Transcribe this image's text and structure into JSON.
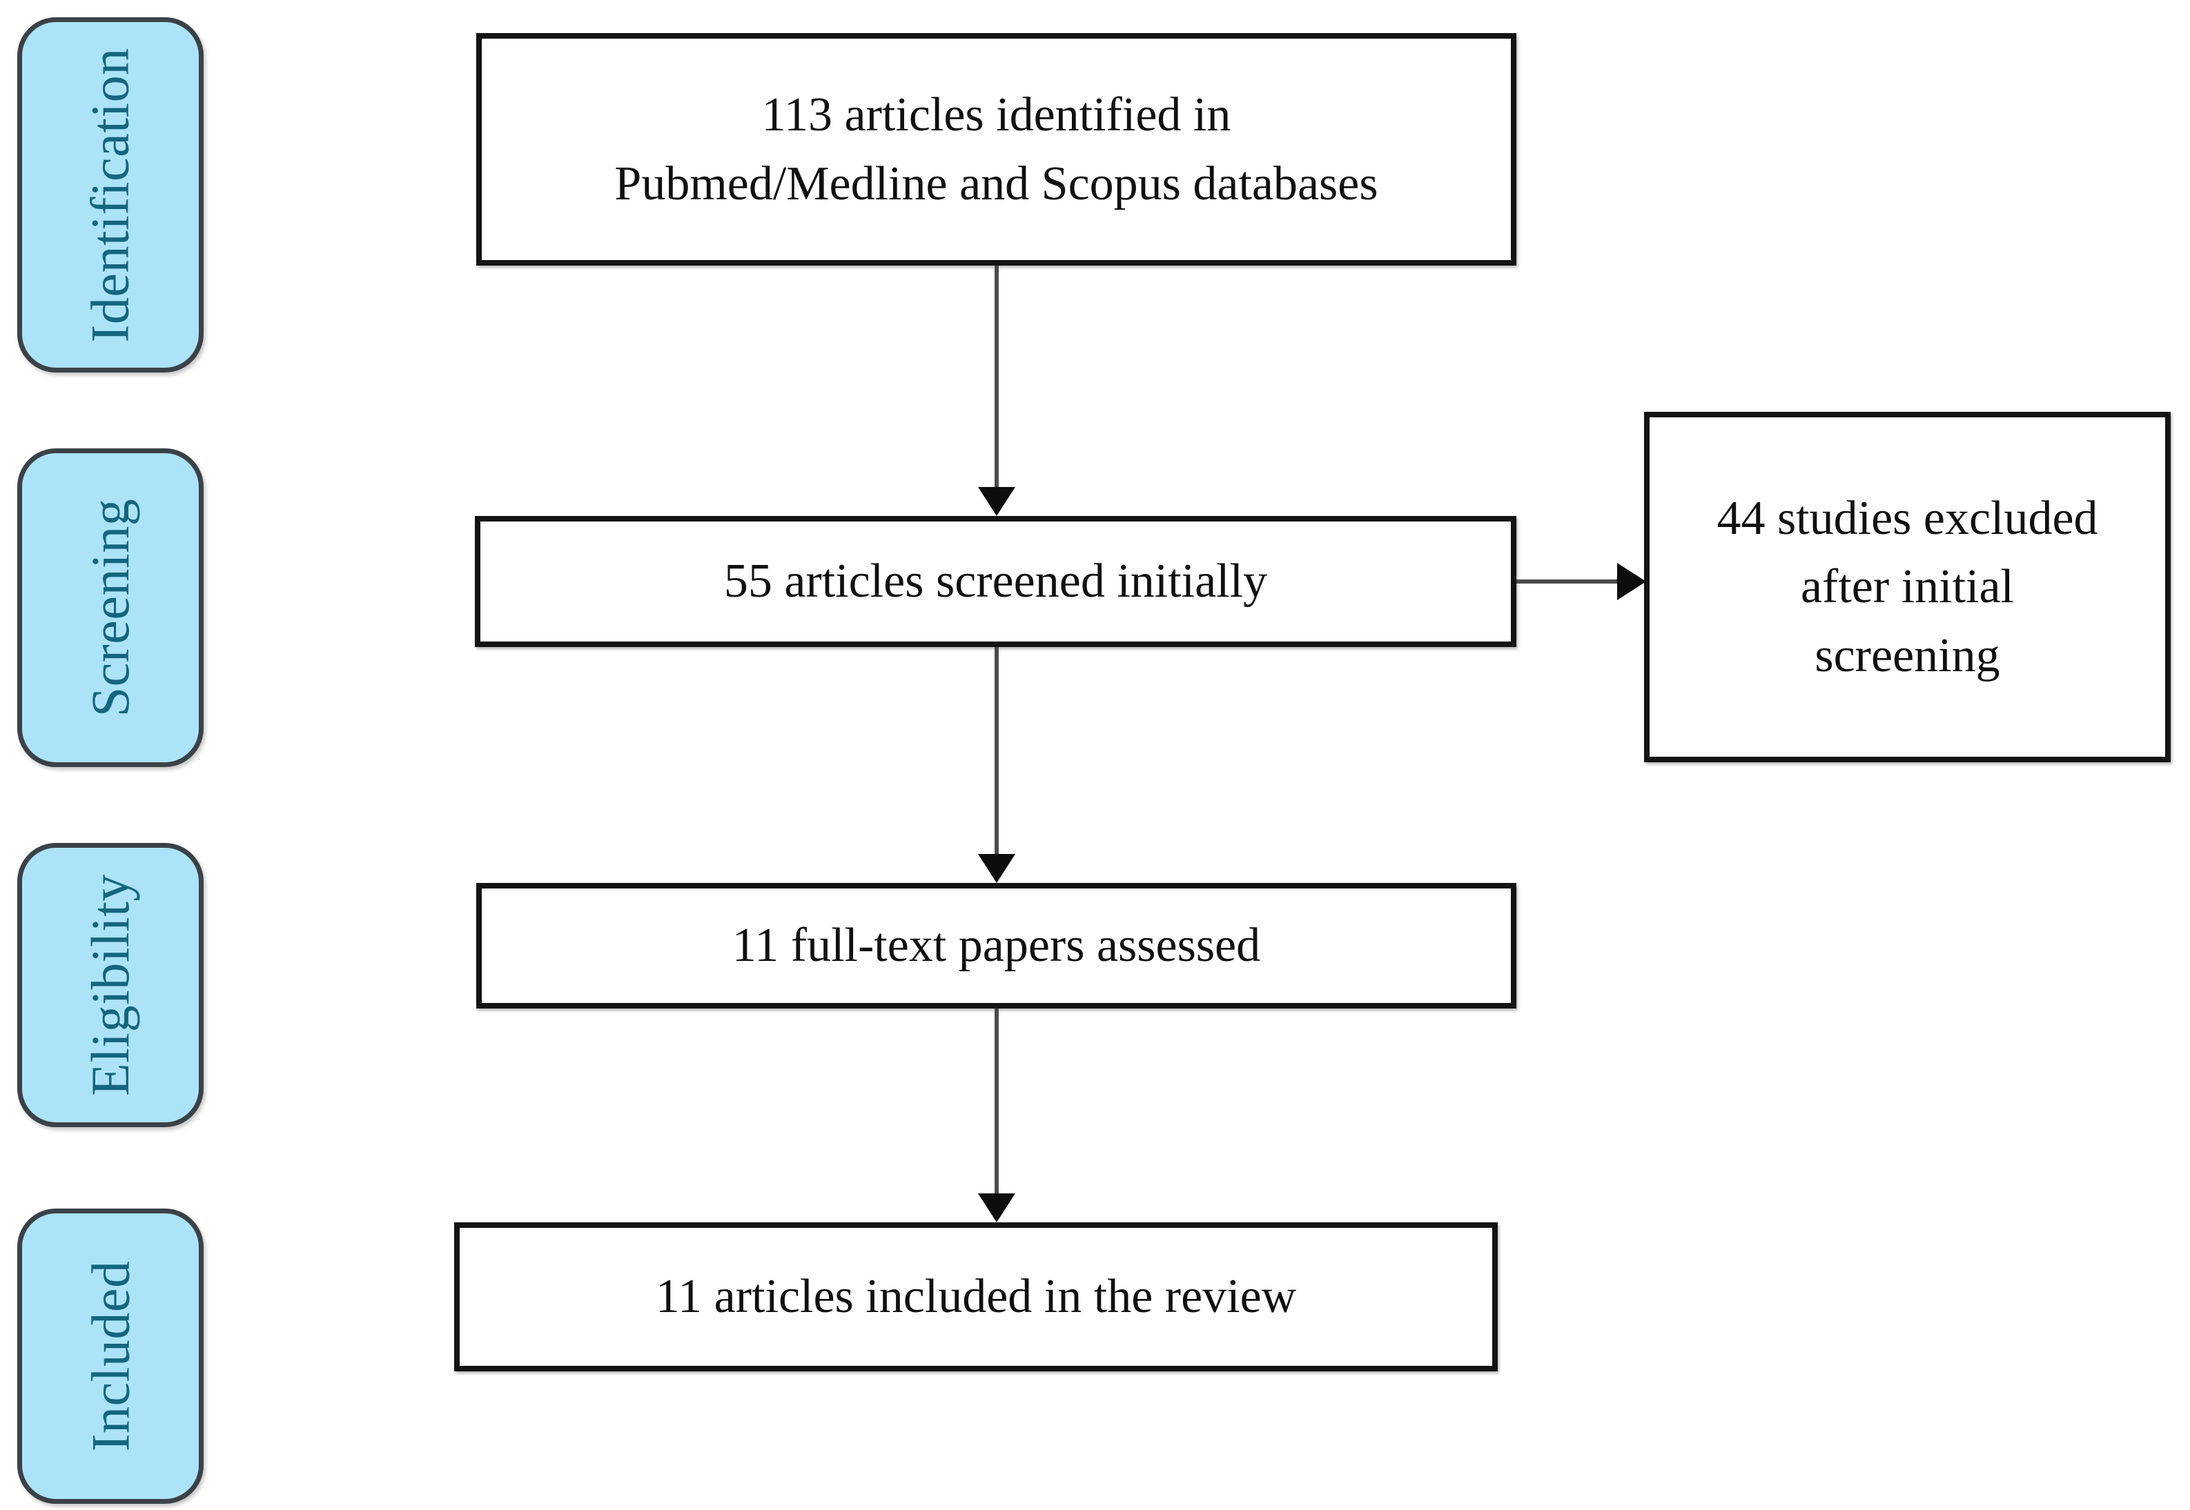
{
  "diagram": {
    "type": "prisma-flow-diagram",
    "title": "PRISMA study selection flow diagram",
    "colors": {
      "stage_fill": "#ACE3F9",
      "stage_border": "#3B4247",
      "stage_text": "#14657E",
      "box_fill": "#FFFFFF",
      "box_border": "#131313",
      "box_text": "#101010",
      "connector": "#4B4B4B",
      "arrowhead": "#0D0D0D",
      "background": "#FFFFFF"
    }
  },
  "stages": [
    {
      "id": "identification",
      "label": "Identification"
    },
    {
      "id": "screening",
      "label": "Screening"
    },
    {
      "id": "eligibility",
      "label": "Eligibility"
    },
    {
      "id": "included",
      "label": "Included"
    }
  ],
  "boxes": {
    "identified": {
      "text": "113 articles identified in\nPubmed/Medline and Scopus databases",
      "count": 113,
      "stage": "identification"
    },
    "screened": {
      "text": "55 articles screened initially",
      "count": 55,
      "stage": "screening"
    },
    "excluded": {
      "text": "44 studies excluded\nafter initial\nscreening",
      "count": 44,
      "stage": "screening"
    },
    "assessed": {
      "text": "11 full-text papers assessed",
      "count": 11,
      "stage": "eligibility"
    },
    "included": {
      "text": "11 articles included in the review",
      "count": 11,
      "stage": "included"
    }
  },
  "connectors": [
    {
      "id": "identified-to-screened",
      "from": "identified",
      "to": "screened",
      "direction": "down"
    },
    {
      "id": "screened-to-excluded",
      "from": "screened",
      "to": "excluded",
      "direction": "right"
    },
    {
      "id": "screened-to-assessed",
      "from": "screened",
      "to": "assessed",
      "direction": "down"
    },
    {
      "id": "assessed-to-included",
      "from": "assessed",
      "to": "included",
      "direction": "down"
    }
  ]
}
